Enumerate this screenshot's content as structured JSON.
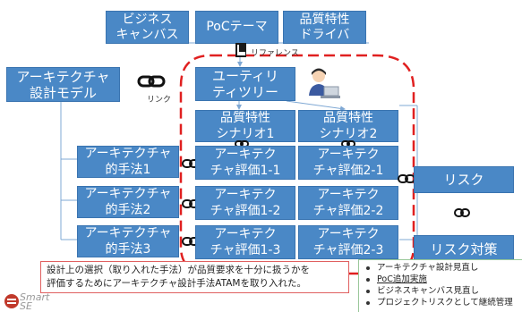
{
  "top_inputs": {
    "business_canvas": "ビジネス\nキャンバス",
    "poc_theme": "PoCテーマ",
    "quality_driver": "品質特性\nドライバ"
  },
  "reference_label": "リファレンス",
  "architecture_model": "アーキテクチャ\n設計モデル",
  "link_label": "リンク",
  "utility_tree": "ユーティリ\nティツリー",
  "scenarios": [
    "品質特性\nシナリオ1",
    "品質特性\nシナリオ2"
  ],
  "methods": [
    "アーキテクチャ\n的手法1",
    "アーキテクチャ\n的手法2",
    "アーキテクチャ\n的手法3"
  ],
  "evaluations": [
    "アーキテク\nチャ評価1-1",
    "アーキテク\nチャ評価2-1",
    "アーキテク\nチャ評価1-2",
    "アーキテク\nチャ評価2-2",
    "アーキテク\nチャ評価1-3",
    "アーキテク\nチャ評価2-3"
  ],
  "risk": "リスク",
  "risk_response": "リスク対策",
  "note_text": "設計上の選択（取り入れた手法）が品質要求を十分に扱うかを\n評価するためにアーキテクチャ設計手法ATAMを取り入れた。",
  "legend_items": [
    "アーキテクチャ設計見直し",
    "PoC追加実施",
    "ビジネスキャンバス見直し",
    "プロジェクトリスクとして継続管理"
  ],
  "logo": {
    "line1": "Smart",
    "line2": "SE"
  },
  "colors": {
    "box": "#4a88c6",
    "dashed": "#e02020",
    "line": "#7fa8d4"
  }
}
